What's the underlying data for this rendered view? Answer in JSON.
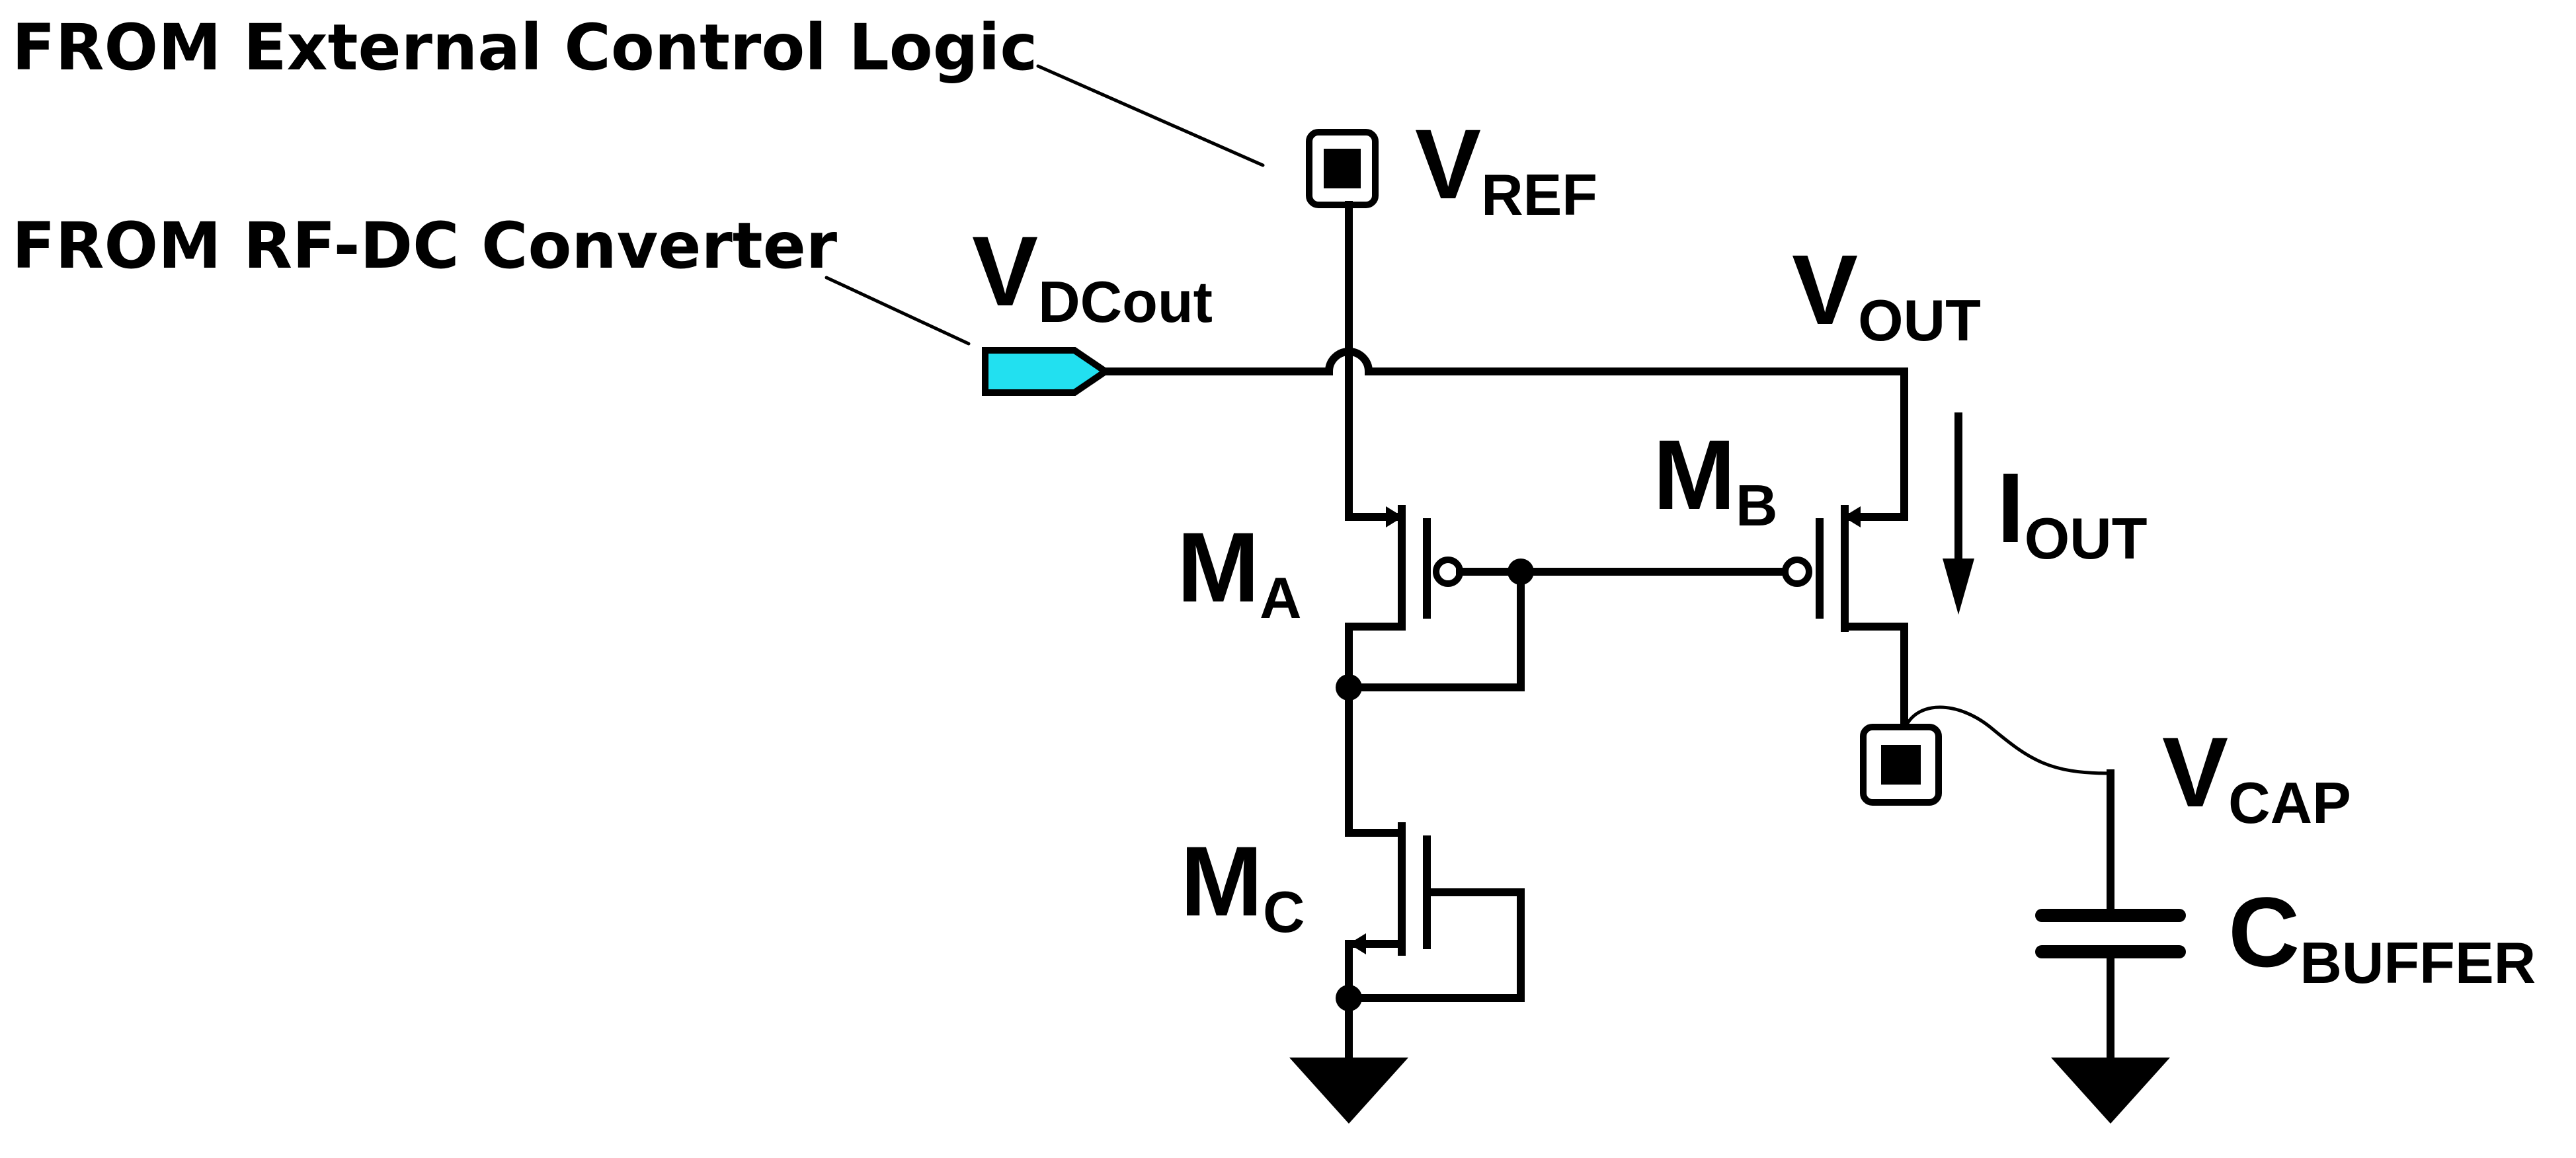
{
  "annotations": {
    "ext_control": "FROM External Control Logic",
    "rf_dc": "FROM RF-DC Converter"
  },
  "nodes": {
    "vref": {
      "main": "V",
      "sub": "REF"
    },
    "vdcout": {
      "main": "V",
      "sub": "DCout"
    },
    "vout": {
      "main": "V",
      "sub": "OUT"
    },
    "iout": {
      "main": "I",
      "sub": "OUT"
    },
    "vcap": {
      "main": "V",
      "sub": "CAP"
    },
    "cbuffer": {
      "main": "C",
      "sub": "BUFFER"
    }
  },
  "transistors": {
    "ma": {
      "main": "M",
      "sub": "A"
    },
    "mb": {
      "main": "M",
      "sub": "B"
    },
    "mc": {
      "main": "M",
      "sub": "C"
    }
  },
  "colors": {
    "wire": "#000000",
    "input_port": "#22E0F0"
  }
}
